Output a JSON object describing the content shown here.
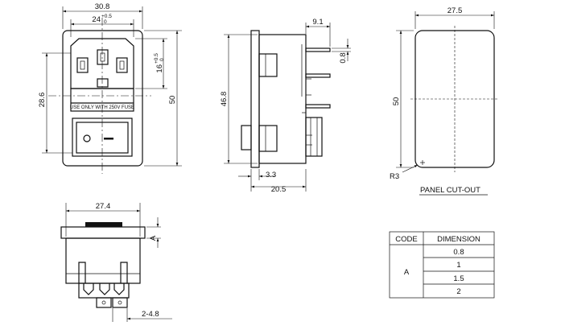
{
  "front_view": {
    "width_label": "30.8",
    "socket_width_label": "24",
    "socket_width_tol_plus": "+0.5",
    "socket_width_tol_zero": "0",
    "socket_height_label": "16",
    "socket_height_tol_plus": "+0.5",
    "socket_height_tol_zero": "0",
    "fuse_offset_label": "28.6",
    "height_label": "50",
    "fuse_warning": "USE ONLY WITH 250V FUSE"
  },
  "side_view": {
    "pin_offset_label": "9.1",
    "pin_thickness_label": "0.8",
    "height_label": "46.8",
    "flange_label": "3.3",
    "depth_label": "20.5"
  },
  "panel_cutout": {
    "width_label": "27.5",
    "height_label": "50",
    "radius_label": "R3",
    "caption": "PANEL CUT-OUT"
  },
  "bottom_view": {
    "width_label": "27.4",
    "panel_thickness_label": "A",
    "terminal_label": "2-4.8"
  },
  "table": {
    "headers": [
      "CODE",
      "DIMENSION"
    ],
    "code": "A",
    "values": [
      "0.8",
      "1",
      "1.5",
      "2"
    ]
  }
}
